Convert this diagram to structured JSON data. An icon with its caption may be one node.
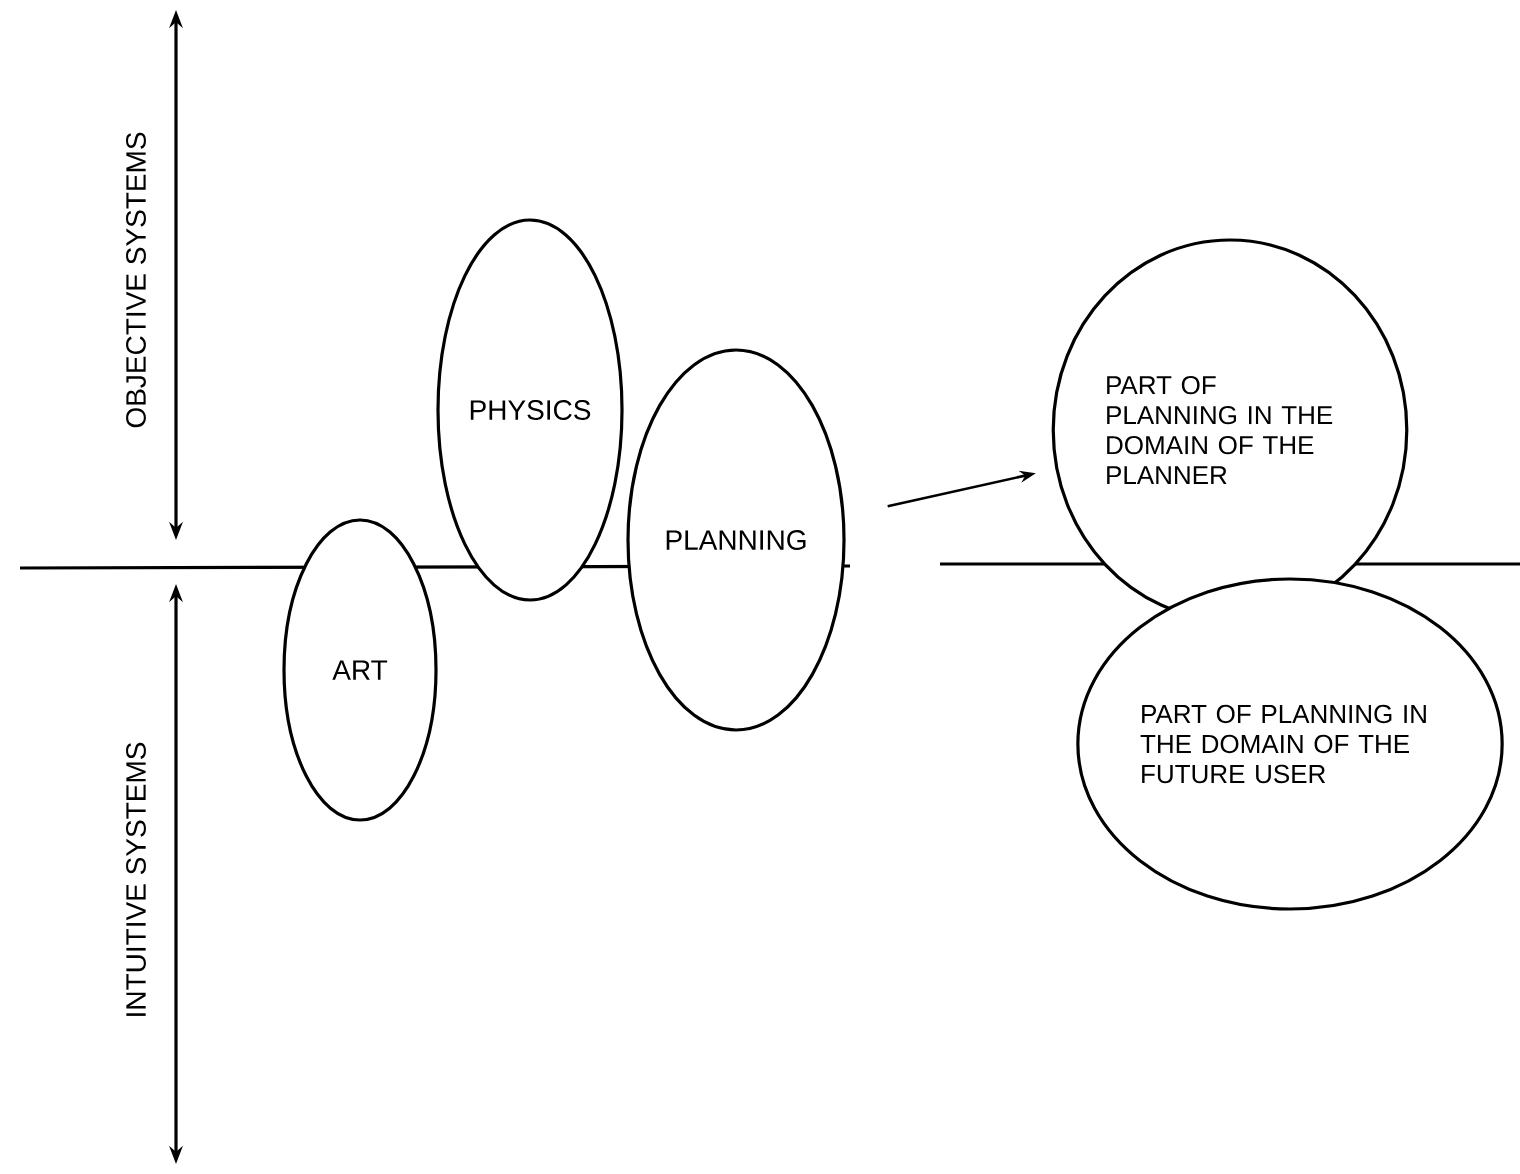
{
  "diagram": {
    "nodes": [
      {
        "text": [
          "ART"
        ]
      },
      {
        "text": [
          "PHYSICS"
        ]
      },
      {
        "text": [
          "PLANNING"
        ]
      },
      {
        "text": [
          "PART OF PLANNING IN THE DOMAIN OF THE PLANNER"
        ]
      },
      {
        "text": [
          "PART OF PLANNING IN THE DOMAIN OF THE FUTURE USER"
        ]
      }
    ],
    "edges": [
      {
        "from": 2,
        "to": 3,
        "arrow": "to"
      }
    ],
    "labels": [
      "OBJECTIVE SYSTEMS",
      "INTUITIVE SYSTEMS"
    ]
  }
}
